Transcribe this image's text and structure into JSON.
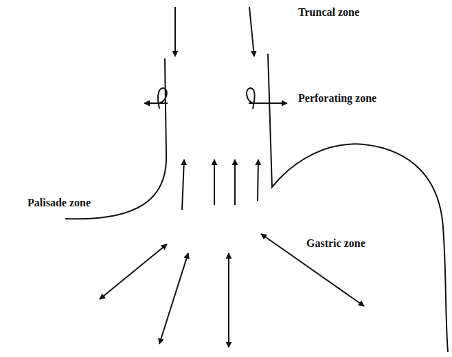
{
  "diagram": {
    "labels": [
      "Truncal zone",
      "Perforating zone",
      "Palisade zone",
      "Gastric zone"
    ]
  }
}
